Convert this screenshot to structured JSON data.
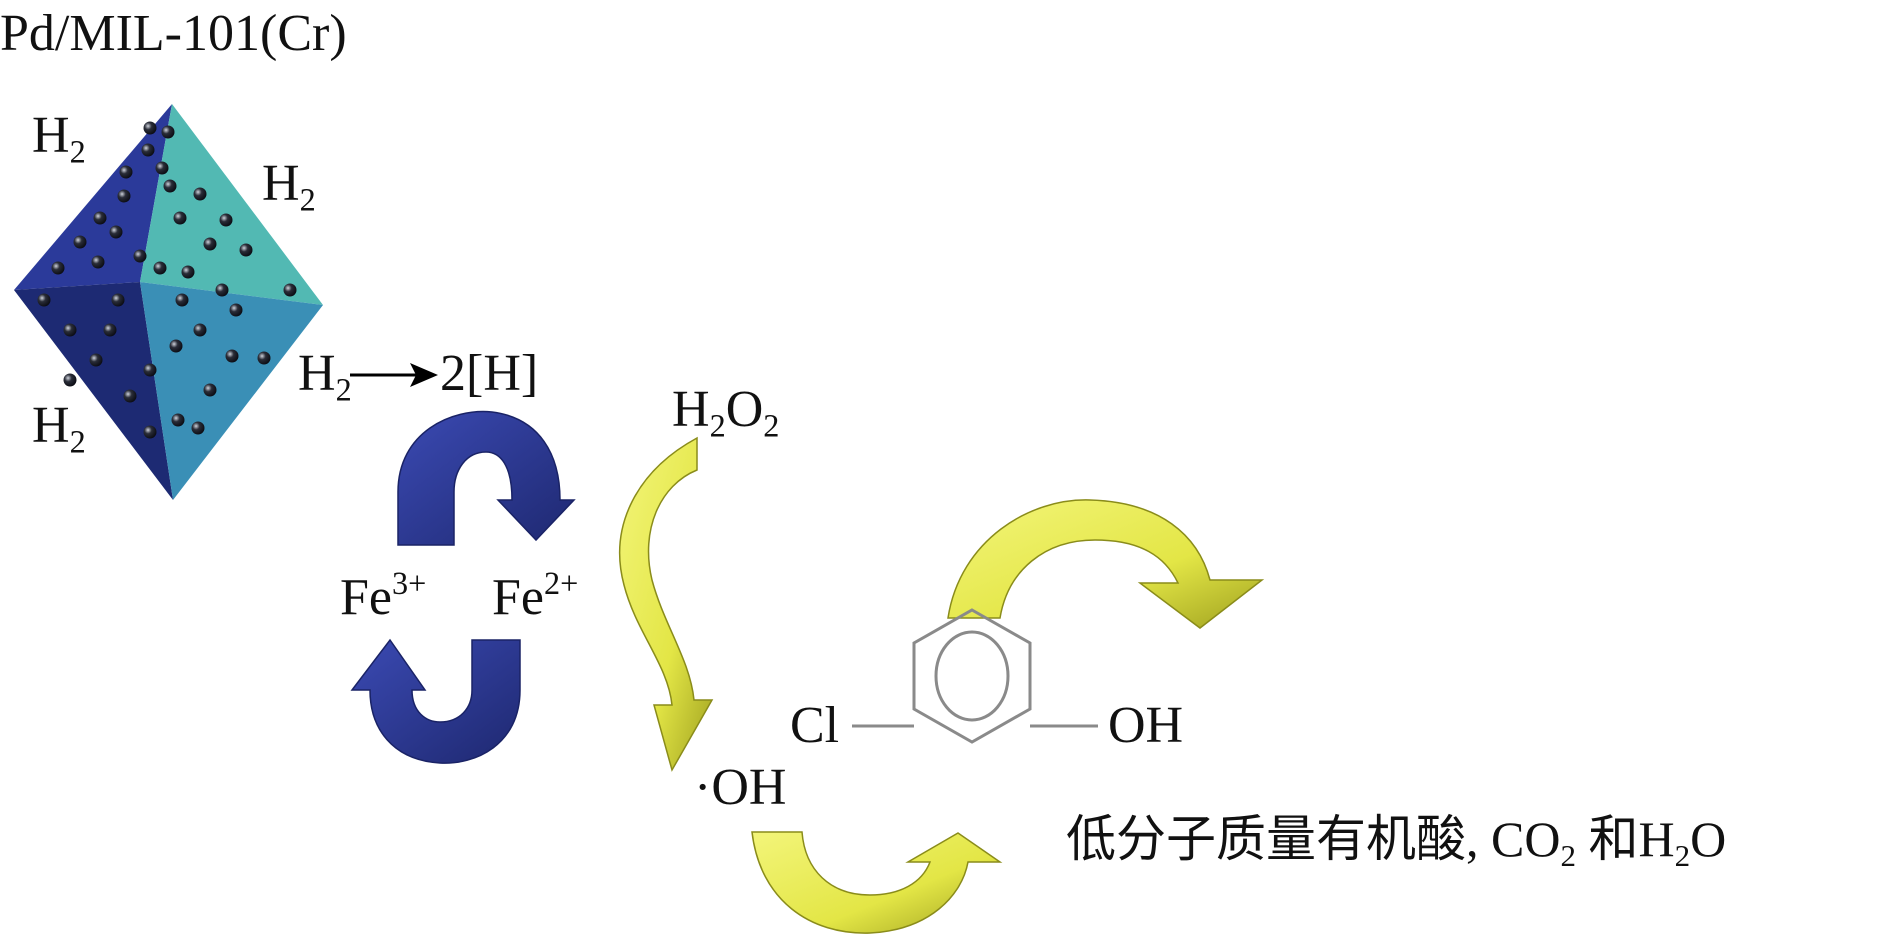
{
  "title": "Pd/MIL-101(Cr)",
  "h2_symbol": "H",
  "h2_subscript": "2",
  "reaction": {
    "left": "H",
    "left_sub": "2",
    "right": "2[H]"
  },
  "iron": {
    "fe3": "Fe",
    "fe3_charge": "3+",
    "fe2": "Fe",
    "fe2_charge": "2+"
  },
  "peroxide": {
    "h": "H",
    "h_sub": "2",
    "o": "O",
    "o_sub": "2"
  },
  "radical": "·OH",
  "molecule": {
    "left_group": "Cl",
    "right_group": "OH"
  },
  "products": {
    "prefix": "低分子质量有机酸, CO",
    "co2_sub": "2",
    "middle": " 和H",
    "h2o_sub": "2",
    "suffix": "O"
  },
  "colors": {
    "blue_arrow": "#2E3C99",
    "yellow_arrow": "#E6E84A",
    "octa_light": "#4FB5B0",
    "octa_dark": "#28348F",
    "text": "#111111"
  }
}
